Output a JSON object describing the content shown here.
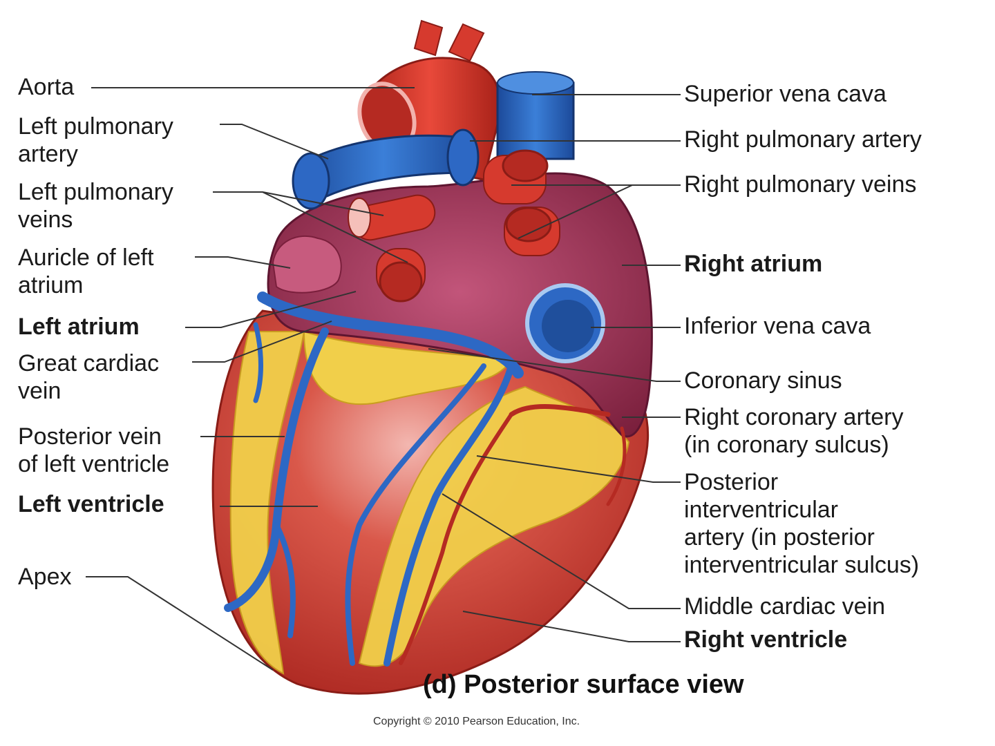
{
  "caption": "(d) Posterior surface view",
  "copyright": "Copyright © 2010 Pearson Education, Inc.",
  "colors": {
    "muscle": "#c8372e",
    "atrium": "#8e2a48",
    "fat": "#f0cf48",
    "vein": "#2d68c4",
    "artery": "#d63a2e",
    "leader": "#333333"
  },
  "left_labels": [
    {
      "id": "aorta",
      "lines": [
        "Aorta"
      ],
      "bold": false
    },
    {
      "id": "left-pulmonary-artery",
      "lines": [
        "Left pulmonary",
        "artery"
      ],
      "bold": false
    },
    {
      "id": "left-pulmonary-veins",
      "lines": [
        "Left pulmonary",
        "veins"
      ],
      "bold": false
    },
    {
      "id": "auricle-of-left-atrium",
      "lines": [
        "Auricle of left",
        "atrium"
      ],
      "bold": false
    },
    {
      "id": "left-atrium",
      "lines": [
        "Left atrium"
      ],
      "bold": true
    },
    {
      "id": "great-cardiac-vein",
      "lines": [
        "Great cardiac",
        "vein"
      ],
      "bold": false
    },
    {
      "id": "posterior-vein-of-left-ventricle",
      "lines": [
        "Posterior vein",
        "of left ventricle"
      ],
      "bold": false
    },
    {
      "id": "left-ventricle",
      "lines": [
        "Left ventricle"
      ],
      "bold": true
    },
    {
      "id": "apex",
      "lines": [
        "Apex"
      ],
      "bold": false
    }
  ],
  "right_labels": [
    {
      "id": "superior-vena-cava",
      "lines": [
        "Superior vena cava"
      ],
      "bold": false
    },
    {
      "id": "right-pulmonary-artery",
      "lines": [
        "Right pulmonary artery"
      ],
      "bold": false
    },
    {
      "id": "right-pulmonary-veins",
      "lines": [
        "Right pulmonary veins"
      ],
      "bold": false
    },
    {
      "id": "right-atrium",
      "lines": [
        "Right atrium"
      ],
      "bold": true
    },
    {
      "id": "inferior-vena-cava",
      "lines": [
        "Inferior vena cava"
      ],
      "bold": false
    },
    {
      "id": "coronary-sinus",
      "lines": [
        "Coronary sinus"
      ],
      "bold": false
    },
    {
      "id": "right-coronary-artery",
      "lines": [
        "Right coronary artery",
        "(in coronary sulcus)"
      ],
      "bold": false
    },
    {
      "id": "posterior-interventricular-artery",
      "lines": [
        "Posterior",
        "interventricular",
        "artery (in posterior",
        "interventricular sulcus)"
      ],
      "bold": false
    },
    {
      "id": "middle-cardiac-vein",
      "lines": [
        "Middle cardiac vein"
      ],
      "bold": false
    },
    {
      "id": "right-ventricle",
      "lines": [
        "Right ventricle"
      ],
      "bold": true
    }
  ]
}
